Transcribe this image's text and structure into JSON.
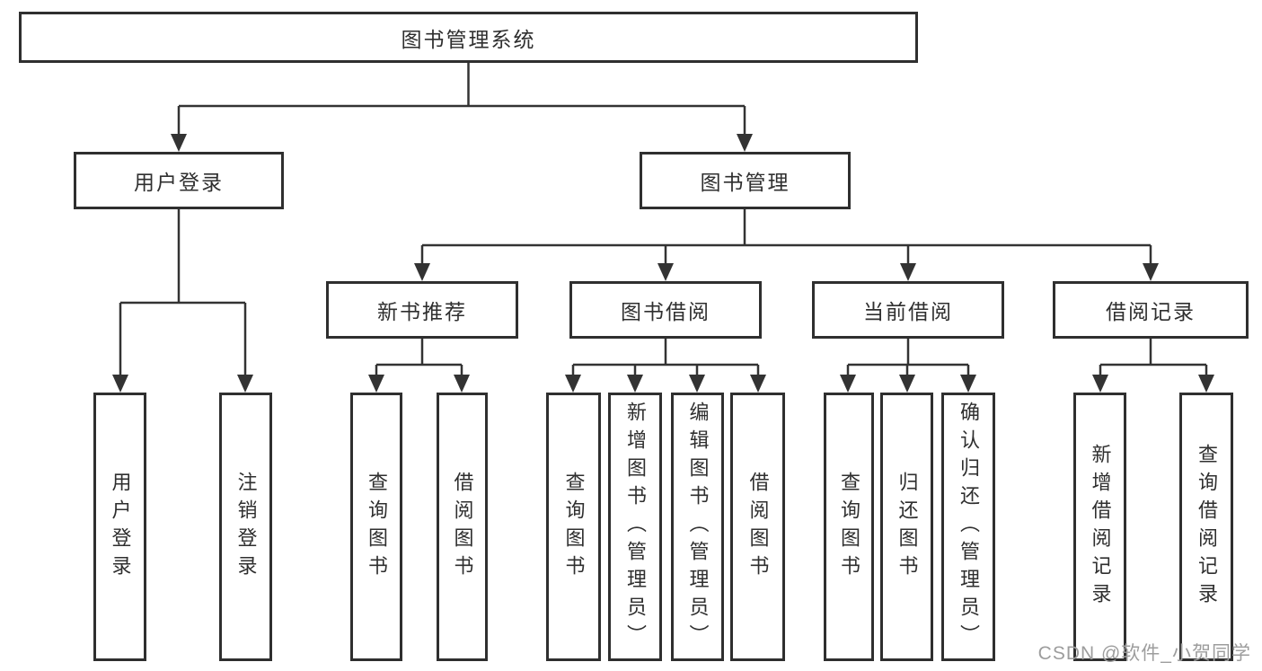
{
  "diagram_title": "图书管理系统",
  "nodes": {
    "root": "图书管理系统",
    "user_login_group": "用户登录",
    "book_management": "图书管理",
    "user_login": "用户登录",
    "logout_login": "注销登录",
    "new_book_recommend": "新书推荐",
    "book_borrow": "图书借阅",
    "current_borrow": "当前借阅",
    "borrow_records": "借阅记录",
    "nbr_query_books": "查询图书",
    "nbr_borrow_books": "借阅图书",
    "bb_query_books": "查询图书",
    "bb_add_books": "新增图书（管理员）",
    "bb_edit_books": "编辑图书（管理员）",
    "bb_borrow_books": "借阅图书",
    "cb_query_books": "查询图书",
    "cb_return_books": "归还图书",
    "cb_confirm_return": "确认归还（管理员）",
    "br_add_record": "新增借阅记录",
    "br_query_record": "查询借阅记录"
  },
  "watermark": "CSDN @软件_小贺同学",
  "colors": {
    "line": "#333333",
    "box_border": "#2f2f2f",
    "text": "#2f2f2f",
    "watermark": "#9d9d9d",
    "background": "#ffffff"
  }
}
